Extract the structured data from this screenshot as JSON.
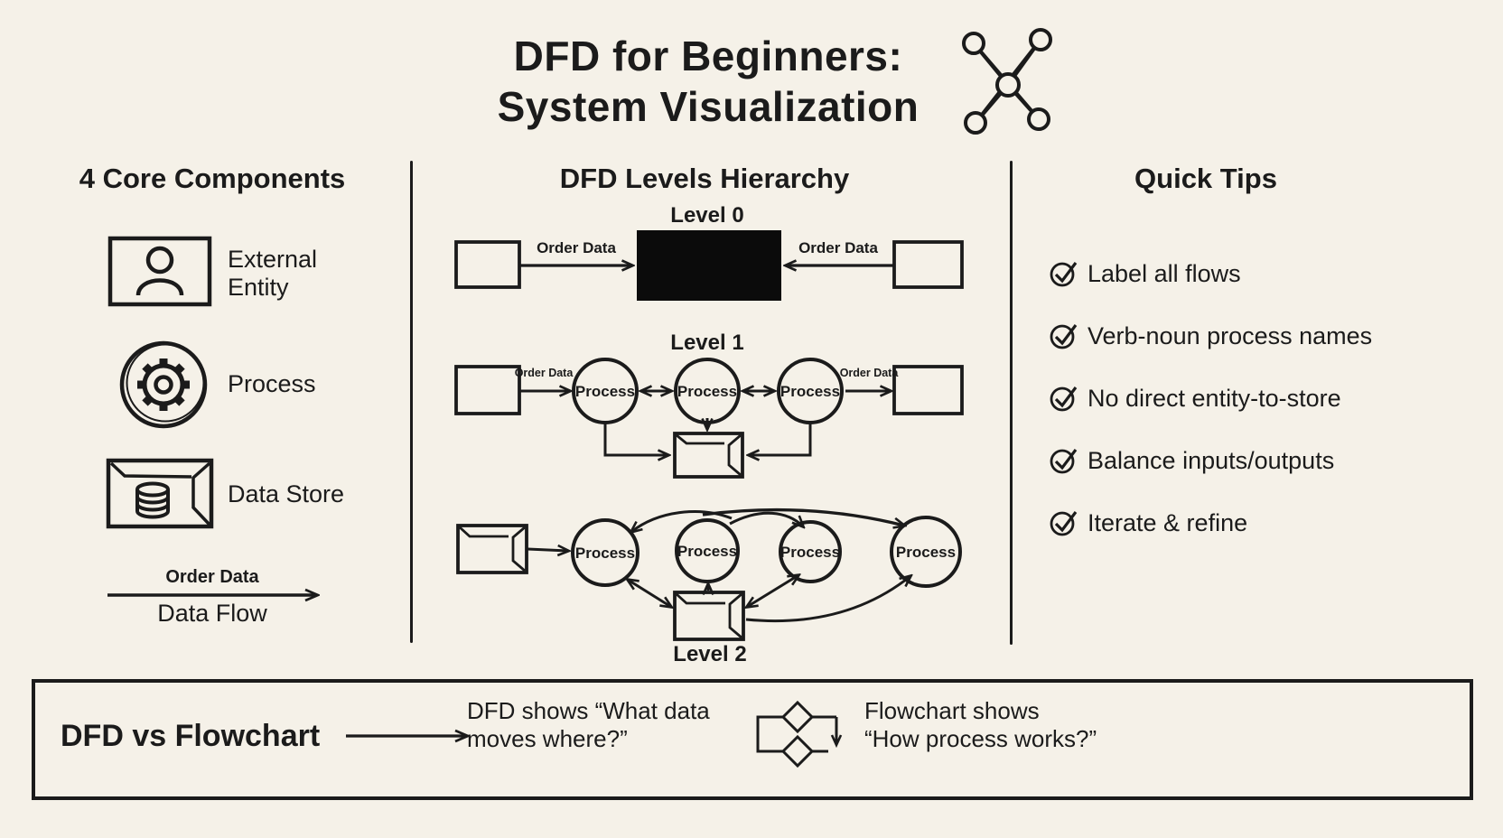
{
  "title": {
    "line1": "DFD for Beginners:",
    "line2": "System Visualization"
  },
  "components": {
    "heading": "4 Core Components",
    "external_entity": {
      "line1": "External",
      "line2": "Entity"
    },
    "process_label": "Process",
    "data_store_label": "Data Store",
    "data_flow": {
      "flow_name": "Order Data",
      "label": "Data Flow"
    }
  },
  "hierarchy": {
    "heading": "DFD Levels Hierarchy",
    "process_label": "Process",
    "levels": {
      "level0": {
        "label": "Level 0",
        "left_flow": "Order Data",
        "right_flow": "Order Data"
      },
      "level1": {
        "label": "Level 1",
        "left_flow": "Order Data",
        "right_flow": "Order Data"
      },
      "level2": {
        "label": "Level 2"
      }
    }
  },
  "tips": {
    "heading": "Quick Tips",
    "items": [
      "Label all flows",
      "Verb-noun process names",
      "No direct entity-to-store",
      "Balance inputs/outputs",
      "Iterate & refine"
    ]
  },
  "comparison": {
    "title": "DFD vs Flowchart",
    "dfd": {
      "line1": "DFD shows “What data",
      "line2": "moves where?”"
    },
    "flowchart": {
      "line1": "Flowchart shows",
      "line2": "“How process works?”"
    }
  },
  "colors": {
    "background": "#f5f1e8",
    "ink": "#1b1b1b",
    "level0_box": "#0b0b0b"
  }
}
